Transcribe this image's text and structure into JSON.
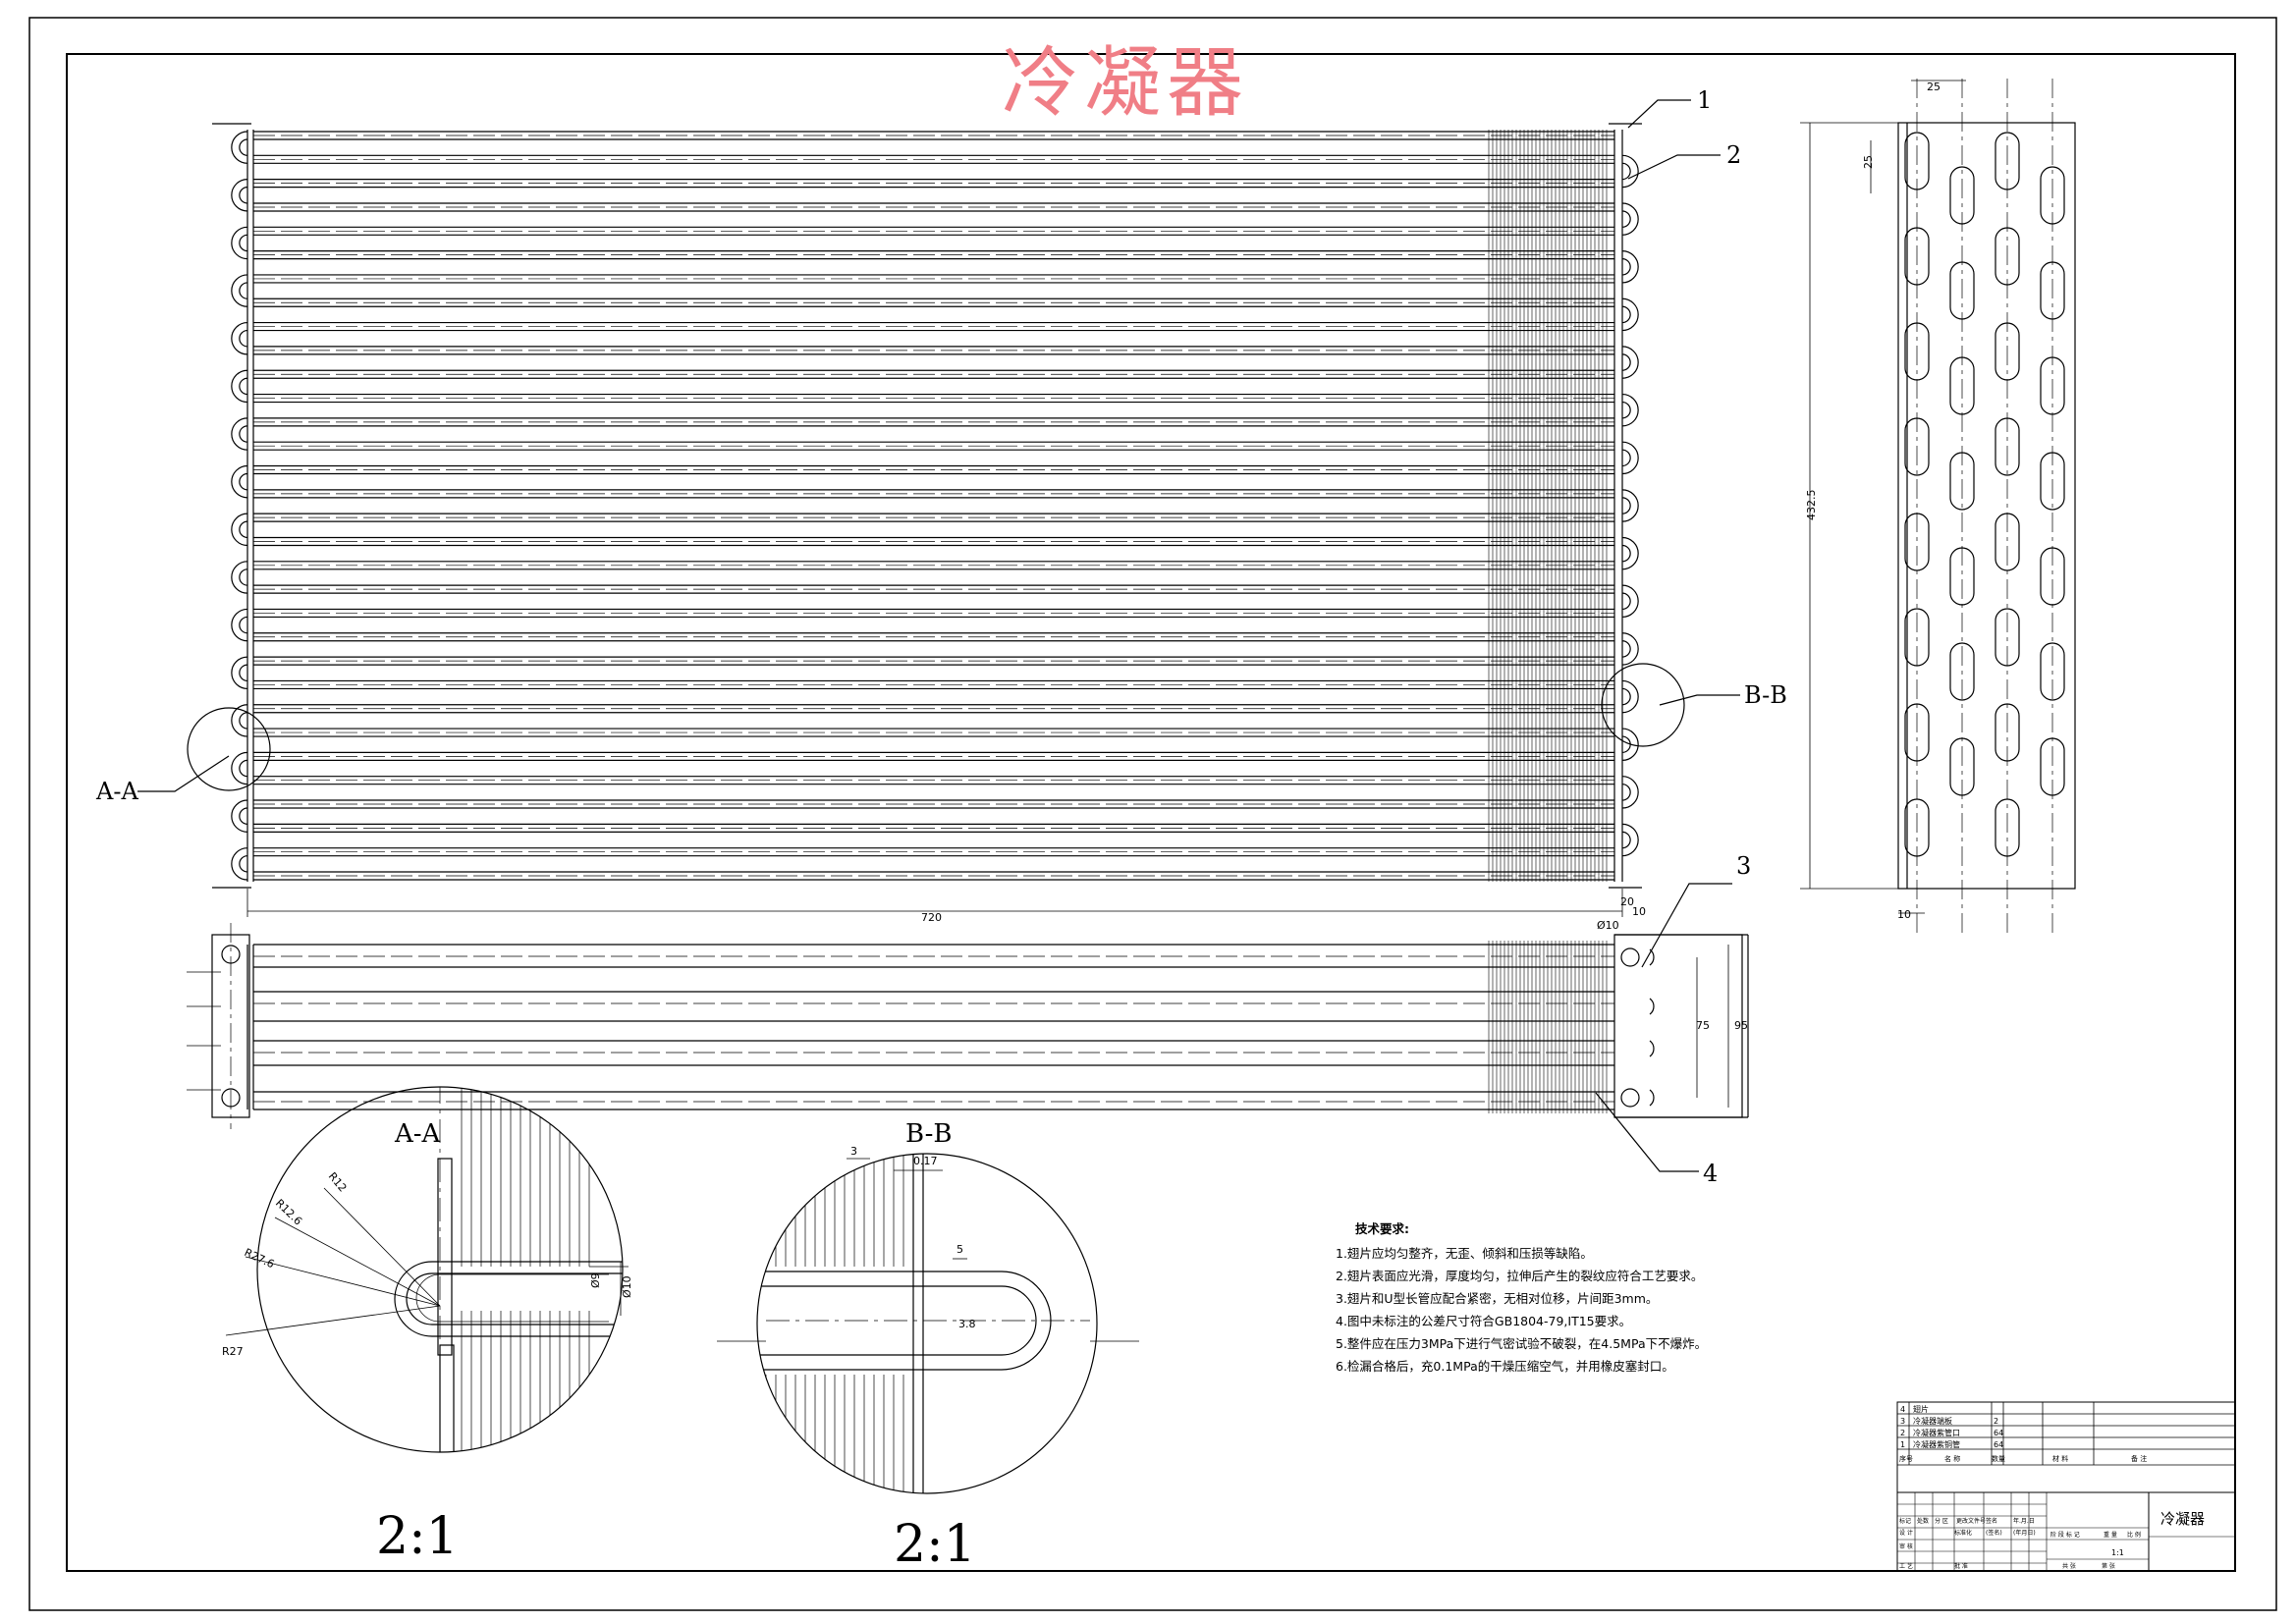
{
  "title": "冷凝器",
  "labels": {
    "callout_1": "1",
    "callout_2": "2",
    "callout_3": "3",
    "callout_4": "4",
    "section_aa": "A-A",
    "section_bb": "B-B",
    "scale_left": "2:1",
    "scale_right": "2:1"
  },
  "dimensions": {
    "length_720": "720",
    "dim_20": "20",
    "dim_10": "10",
    "dim_75": "75",
    "dim_95": "95",
    "phi10": "Ø10",
    "side_25_top": "25",
    "side_25_left": "25",
    "side_432_5": "432.5",
    "side_10": "10",
    "aa_r12": "R12",
    "aa_r12_6": "R12.6",
    "aa_r27_6": "R27.6",
    "aa_r27": "R27",
    "aa_phi9": "Ø9",
    "aa_phi10": "Ø10",
    "bb_3": "3",
    "bb_0_17": "0.17",
    "bb_5": "5",
    "bb_3_8": "3.8"
  },
  "notes": {
    "title": "技术要求:",
    "items": [
      "1.翅片应均匀整齐，无歪、倾斜和压损等缺陷。",
      "2.翅片表面应光滑，厚度均匀，拉伸后产生的裂纹应符合工艺要求。",
      "3.翅片和U型长管应配合紧密，无相对位移，片间距3mm。",
      "4.图中未标注的公差尺寸符合GB1804-79,IT15要求。",
      "5.整件应在压力3MPa下进行气密试验不破裂，在4.5MPa下不爆炸。",
      "6.检漏合格后，充0.1MPa的干燥压缩空气，并用橡皮塞封口。"
    ]
  },
  "parts_list": [
    {
      "no": "4",
      "name": "翅片",
      "qty": "",
      "material": "",
      "remark": ""
    },
    {
      "no": "3",
      "name": "冷凝器端板",
      "qty": "2",
      "material": "",
      "remark": ""
    },
    {
      "no": "2",
      "name": "冷凝器紫管口",
      "qty": "64",
      "material": "",
      "remark": ""
    },
    {
      "no": "1",
      "name": "冷凝器紫铜管",
      "qty": "64",
      "material": "",
      "remark": ""
    }
  ],
  "parts_header": {
    "no": "序号",
    "name": "名 称",
    "qty": "数量",
    "material": "材 料",
    "remark": "备 注"
  },
  "title_block": {
    "drawing_name": "冷凝器",
    "scale": "1:1",
    "r1": [
      "标记",
      "处数",
      "分 区",
      "更改文件号",
      "签名",
      "年.月.日"
    ],
    "r2": [
      "设 计",
      "",
      "标准化",
      "(签名)",
      "(年月日)"
    ],
    "r3": [
      "审 核",
      "",
      "",
      ""
    ],
    "r4": [
      "工 艺",
      "",
      "批 准",
      ""
    ],
    "stage_hdr": [
      "阶 段 标 记",
      "重 量",
      "比 例"
    ],
    "sheet": [
      "共 张",
      "第 张"
    ]
  },
  "colors": {
    "line": "#000000",
    "title": "#f07e86"
  }
}
